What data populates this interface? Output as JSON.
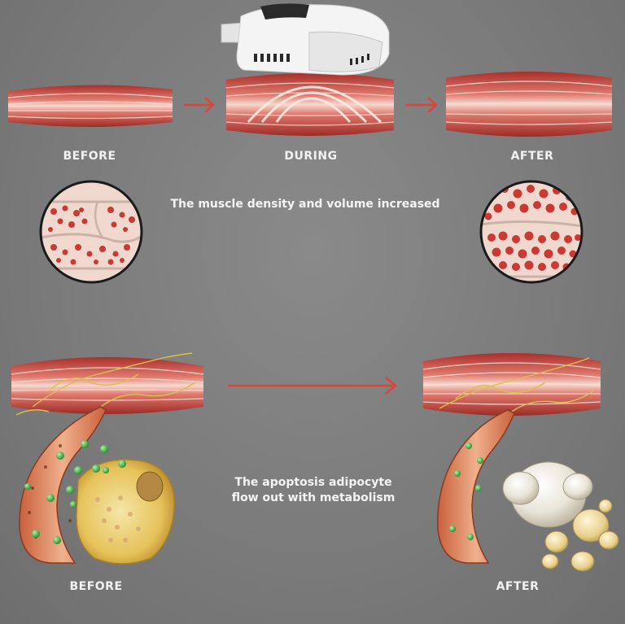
{
  "top": {
    "labels": {
      "before": "BEFORE",
      "during": "DURING",
      "after": "AFTER"
    },
    "caption": "The muscle density and volume increased"
  },
  "bottom": {
    "labels": {
      "before": "BEFORE",
      "after": "AFTER"
    },
    "caption_line1": "The apoptosis adipocyte",
    "caption_line2": "flow out with metabolism"
  },
  "colors": {
    "background": "#7c7c7c",
    "muscle": "#c8453f",
    "muscle_light": "#f0c9bd",
    "arrow": "#d9443c",
    "fat_yellow": "#e8c55a",
    "metabolite_green": "#3fb04a"
  }
}
